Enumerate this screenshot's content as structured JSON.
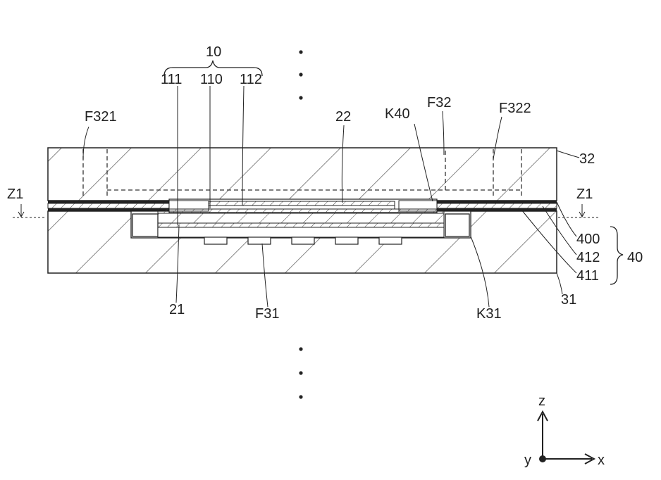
{
  "labels": {
    "n10": "10",
    "n111": "111",
    "n110": "110",
    "n112": "112",
    "f321": "F321",
    "n22": "22",
    "k40": "K40",
    "f32": "F32",
    "f322": "F322",
    "n32": "32",
    "z1_left": "Z1",
    "z1_right": "Z1",
    "n400": "400",
    "n412": "412",
    "n411": "411",
    "n40": "40",
    "n31": "31",
    "n21": "21",
    "f31": "F31",
    "k31": "K31"
  },
  "axes": {
    "z": "z",
    "y": "y",
    "x": "x"
  },
  "colors": {
    "line": "#222222",
    "background": "#ffffff"
  }
}
